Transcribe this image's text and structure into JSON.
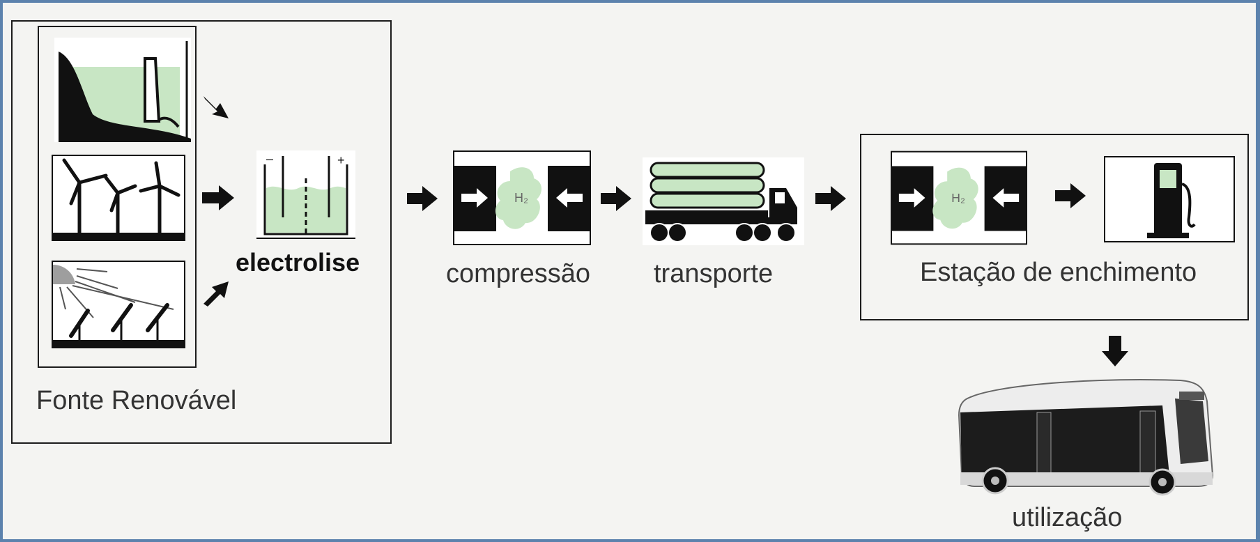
{
  "diagram": {
    "labels": {
      "source": "Fonte Renovável",
      "electrolysis": "electrolise",
      "compression": "compressão",
      "transport": "transporte",
      "station": "Estação de enchimento",
      "use": "utilização"
    },
    "tank_label": "H₂",
    "colors": {
      "accent_green": "#c8e6c4",
      "ink": "#111111"
    },
    "icons": [
      "hydro-dam-icon",
      "wind-turbines-icon",
      "solar-panels-icon",
      "electrolysis-cell-icon",
      "compressor-icon",
      "tube-trailer-truck-icon",
      "fuel-dispenser-icon",
      "hydrogen-bus-icon"
    ]
  }
}
